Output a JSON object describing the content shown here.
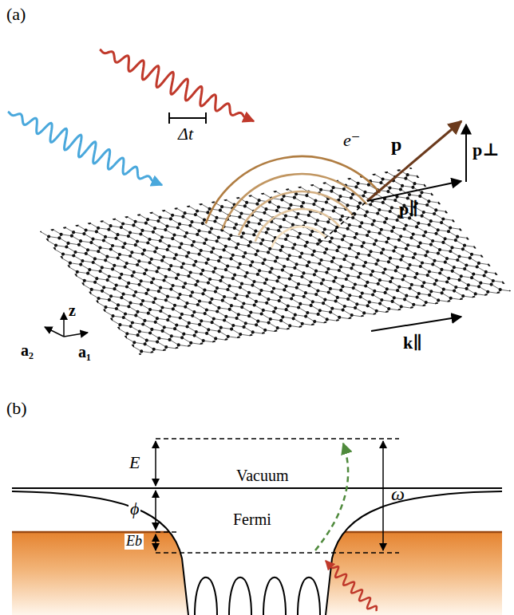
{
  "diagram": {
    "labels": [
      "(a)",
      "Δt",
      "e⁻",
      "p",
      "p⊥",
      "p∥",
      "z",
      "a₂",
      "a₁",
      "k∥",
      "(b)",
      "E",
      "ϕ",
      "Eb",
      "Vacuum",
      "Fermi",
      "ω"
    ]
  }
}
